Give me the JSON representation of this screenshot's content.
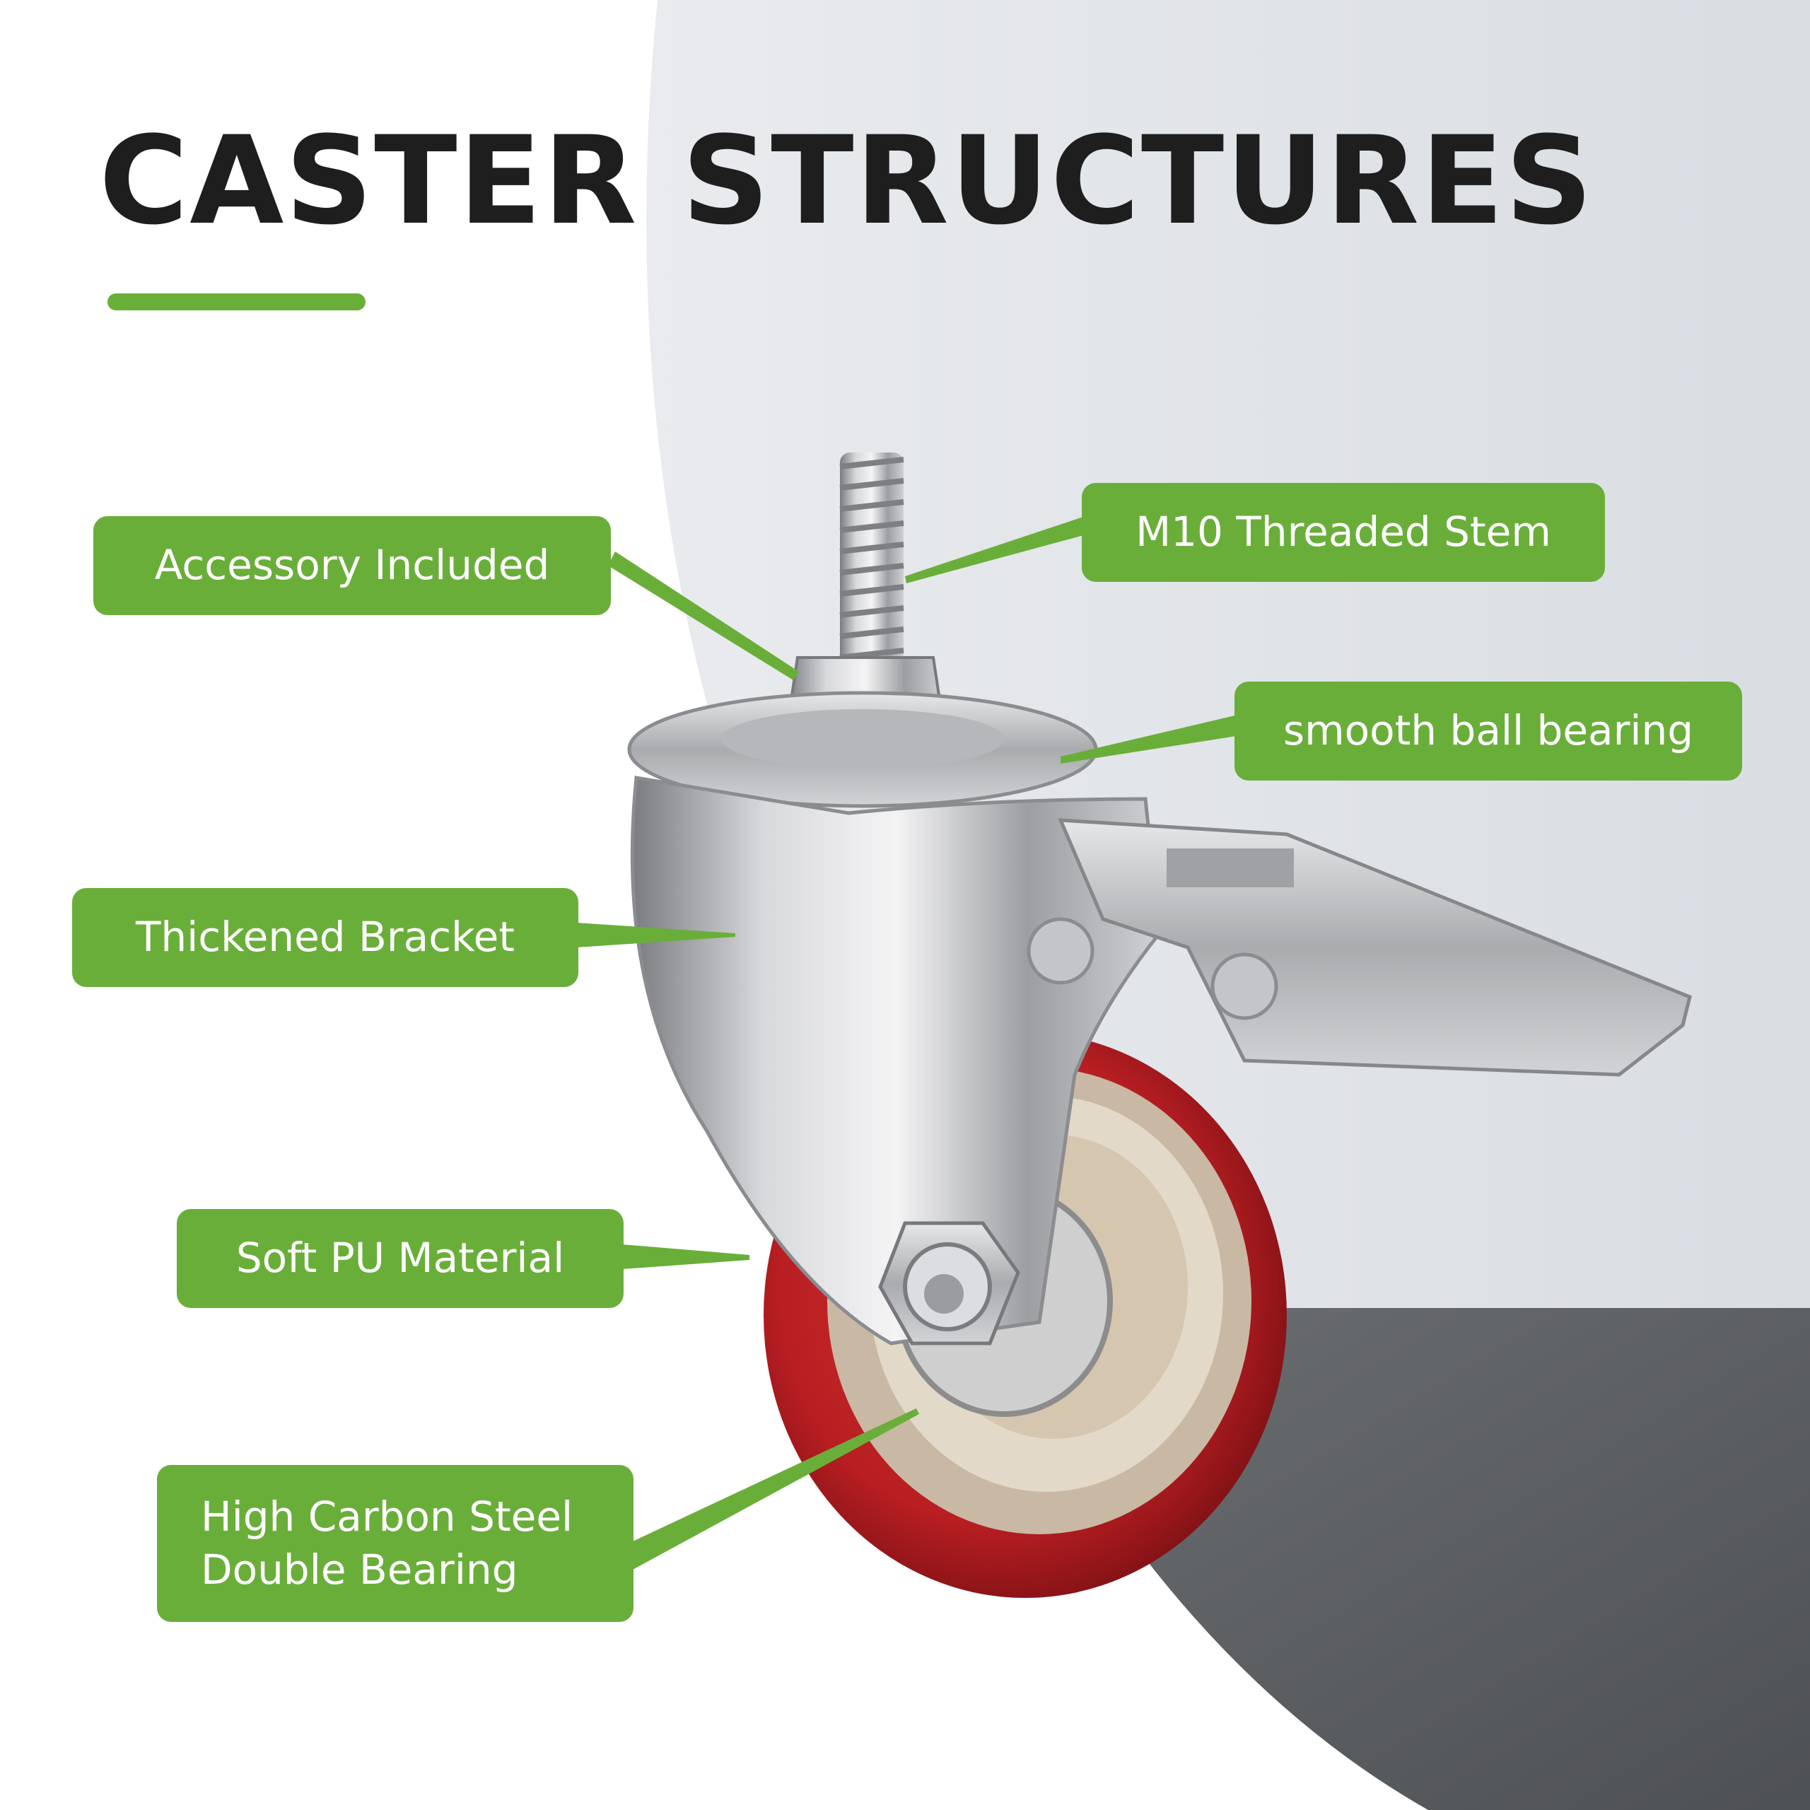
{
  "title": "CASTER STRUCTURES",
  "colors": {
    "accent_green": "#6aae3a",
    "wheel_red": "#b81e22",
    "floor_gray": "#5e6164",
    "wall_gray": "#dfe2e6"
  },
  "callouts": {
    "accessory": "Accessory Included",
    "stem": "M10 Threaded Stem",
    "bearing": "smooth ball bearing",
    "bracket": "Thickened Bracket",
    "pu": "Soft PU Material",
    "steel_line1": "High Carbon Steel",
    "steel_line2": "Double Bearing"
  }
}
